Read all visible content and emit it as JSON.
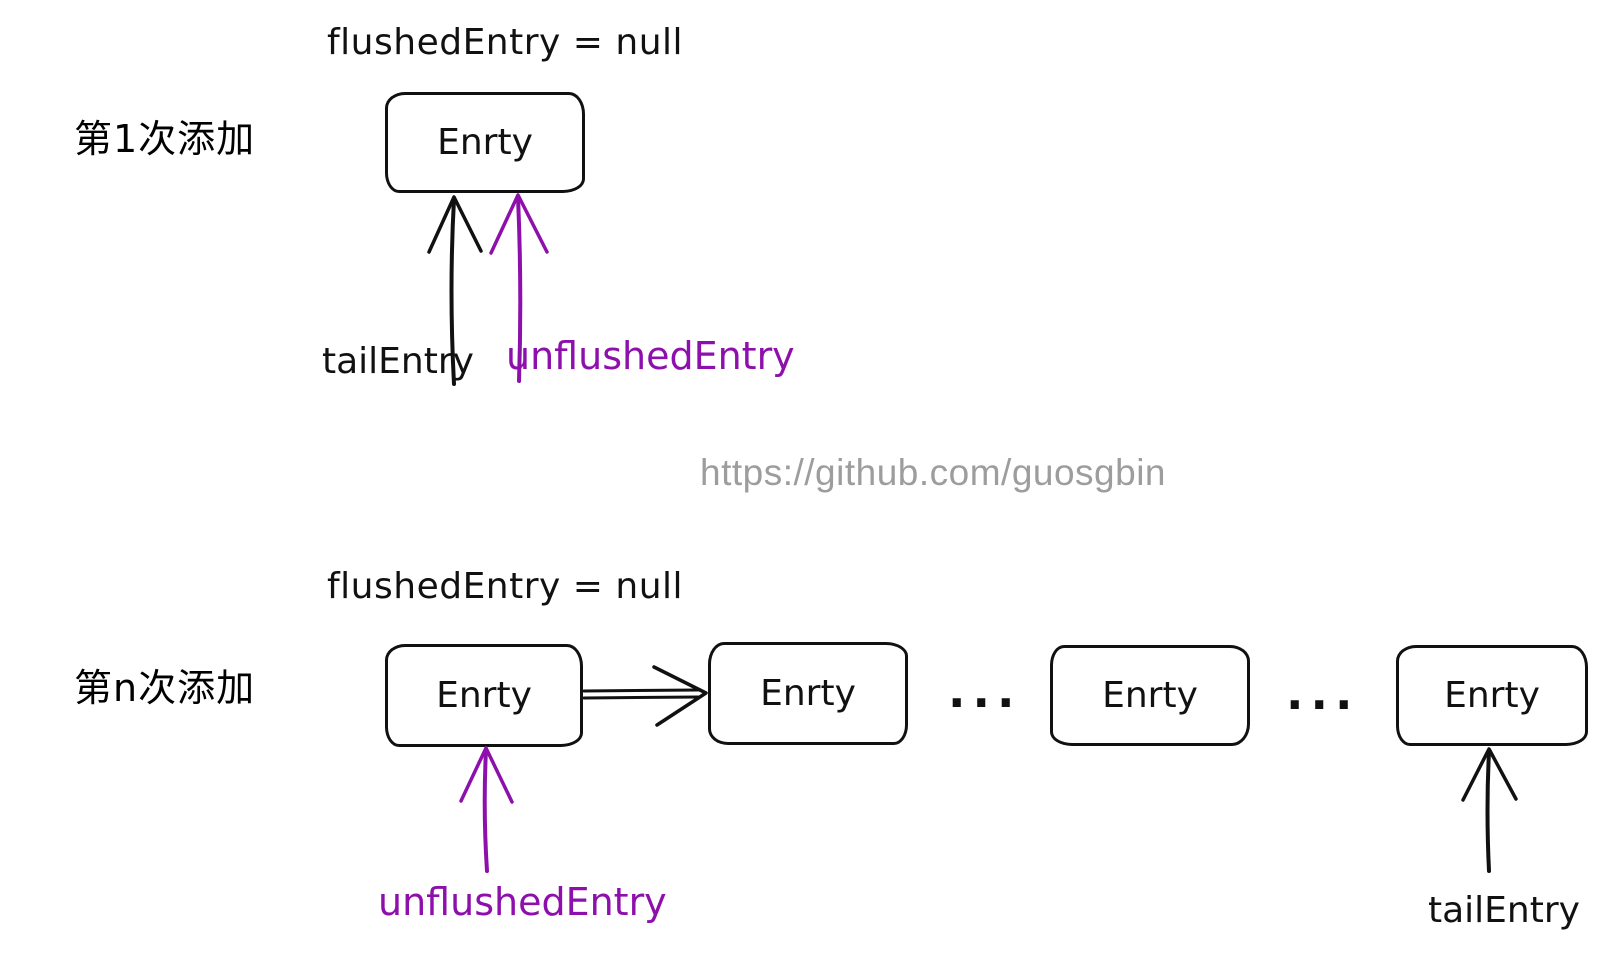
{
  "colors": {
    "ink": "#111111",
    "accent_purple": "#8e10ac",
    "watermark_gray": "#9d9d9d"
  },
  "watermark": "https://github.com/guosgbin",
  "section1": {
    "row_label": "第1次添加",
    "flushed_label": "flushedEntry = null",
    "box_label": "Enrty",
    "tail_label": "tailEntry",
    "unflushed_label": "unflushedEntry"
  },
  "section2": {
    "row_label": "第n次添加",
    "flushed_label": "flushedEntry = null",
    "boxes": [
      "Enrty",
      "Enrty",
      "Enrty",
      "Enrty"
    ],
    "ellipsis": "...",
    "unflushed_label": "unflushedEntry",
    "tail_label": "tailEntry"
  }
}
